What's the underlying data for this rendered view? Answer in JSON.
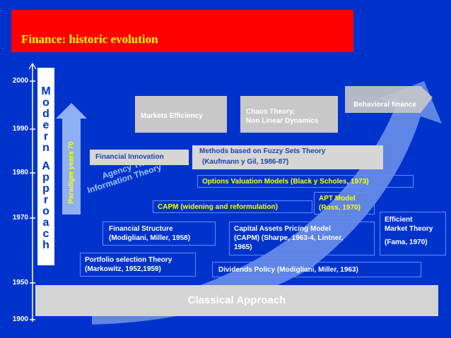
{
  "title": "Finance: historic evolution",
  "axis": {
    "ticks": [
      "2000",
      "1990",
      "1980",
      "1970",
      "1950",
      "1900"
    ]
  },
  "modern_approach_letters": [
    "M",
    "o",
    "d",
    "e",
    "r",
    "n",
    "",
    "A",
    "p",
    "p",
    "r",
    "o",
    "a",
    "c",
    "h"
  ],
  "paradigm_label": "Paradigm years 70",
  "agency_theory": [
    "Agency Theory",
    "Information Theory"
  ],
  "boxes": {
    "markets_efficiency": "Markets Efficiency",
    "chaos_theory": [
      "Chaos Theory,",
      "Non Linear Dynamics"
    ],
    "behavioral_finance": "Behavioral finance",
    "financial_innovation": "Financial Innovation",
    "fuzzy_sets": [
      "Methods based on Fuzzy Sets Theory",
      "(Kaufmann y Gil, 1986-87)"
    ],
    "options_valuation": "Options Valuation Models (Black y Scholes, 1973)",
    "apt_model": [
      "APT Model",
      "(Ross, 1970)"
    ],
    "capm_widening": "CAPM (widening and reformulation)",
    "efficient_market": [
      "Efficient",
      "Market Theory",
      "(Fama, 1970)"
    ],
    "financial_structure": [
      "Financial Structure",
      "(Modigliani, Miller, 1958)"
    ],
    "capm": [
      "Capital Assets Pricing Model",
      "(CAPM) (Sharpe, 1963-4, Lintner,",
      "1965)"
    ],
    "portfolio": [
      "Portfolio selection Theory",
      "(Markowitz, 1952,1959)"
    ],
    "dividends": "Dividends Policy (Modigliani, Miller, 1963)",
    "classical": "Classical Approach"
  },
  "colors": {
    "background": "#0033cc",
    "title_bar": "#ff0000",
    "title_text": "#ffff00",
    "highlight_text": "#ffff00",
    "box_grey": "#c8c8c8"
  }
}
